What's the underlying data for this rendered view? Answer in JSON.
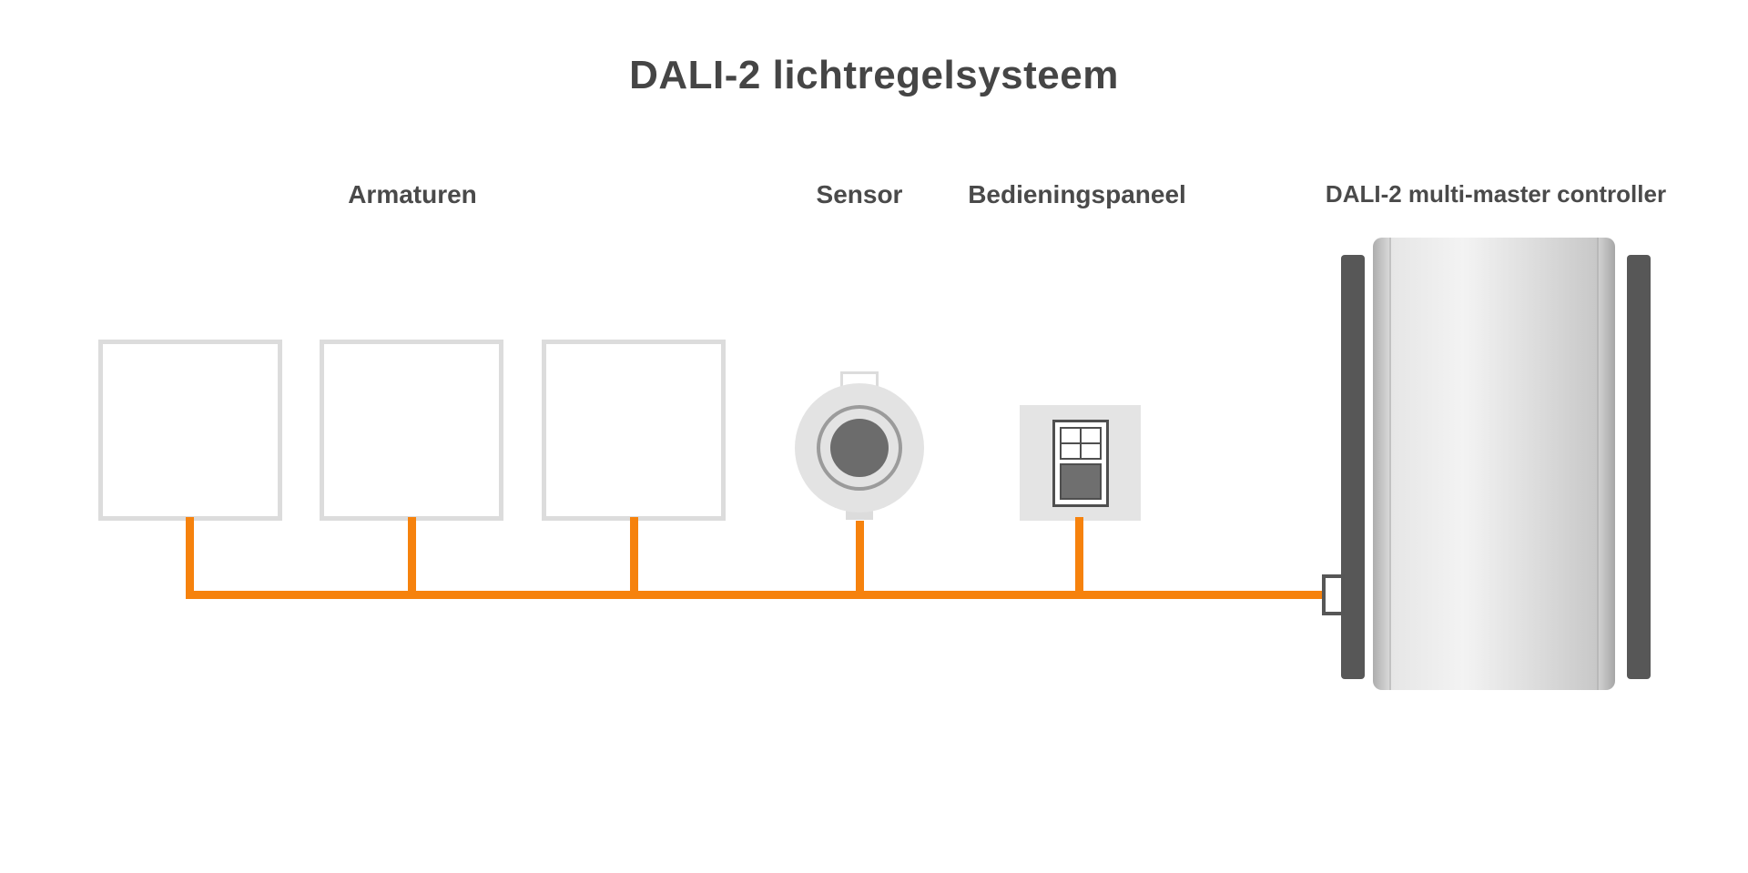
{
  "title": "DALI-2 lichtregelsysteem",
  "labels": {
    "armaturen": "Armaturen",
    "sensor": "Sensor",
    "bedieningspaneel": "Bedieningspaneel",
    "controller": "DALI-2 multi-master controller"
  },
  "diagram": {
    "luminaire_count": 3,
    "components": [
      "Armaturen",
      "Sensor",
      "Bedieningspaneel",
      "DALI-2 multi-master controller"
    ],
    "bus": "DALI-2 bus line connecting all components to the controller"
  },
  "colors": {
    "bus_orange": "#f6820d",
    "text_gray": "#4a4a4a",
    "luminaire_border": "#dcdcdc",
    "sensor_lens": "#6c6c6c",
    "controller_bar": "#575757"
  }
}
